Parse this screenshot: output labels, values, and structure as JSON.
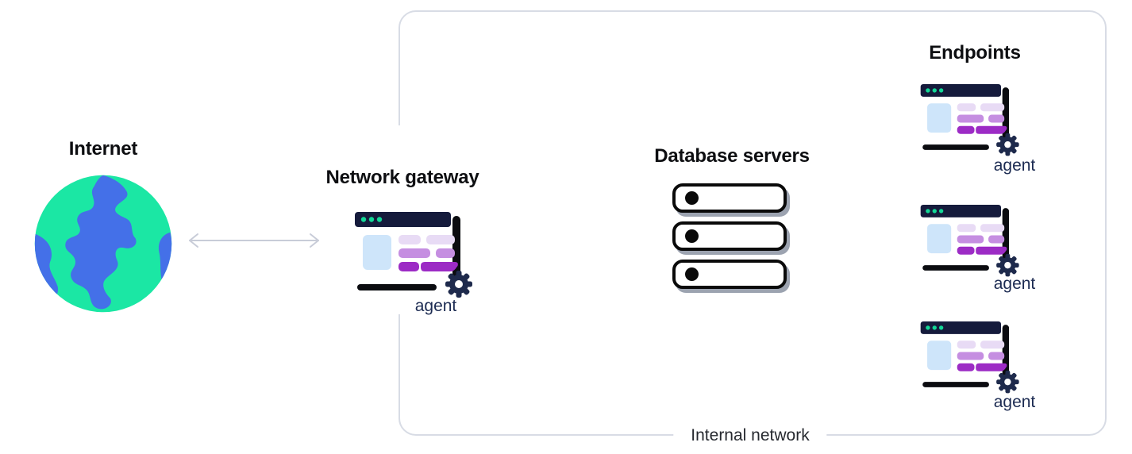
{
  "nodes": {
    "internet": {
      "title": "Internet",
      "icon": "globe-icon"
    },
    "gateway": {
      "title": "Network gateway",
      "agent_label": "agent",
      "icon": "browser-agent-icon"
    },
    "database": {
      "title": "Database servers",
      "server_count": 3,
      "icon": "server-stack-icon"
    },
    "endpoints": {
      "title": "Endpoints",
      "items": [
        {
          "agent_label": "agent",
          "icon": "browser-agent-icon"
        },
        {
          "agent_label": "agent",
          "icon": "browser-agent-icon"
        },
        {
          "agent_label": "agent",
          "icon": "browser-agent-icon"
        }
      ]
    },
    "internal_network": {
      "label": "Internal network"
    }
  },
  "connections": [
    {
      "from": "internet",
      "to": "gateway",
      "type": "bidirectional-arrow"
    }
  ],
  "colors": {
    "navy_bar": "#151B3C",
    "gear_navy": "#1E2A4C",
    "agent_text": "#1C2B52",
    "dot_green": "#12D796",
    "globe_green": "#1BE7A4",
    "globe_blue": "#4470E8",
    "pane_blue": "#CEE5FA",
    "purple_light": "#E8DBF5",
    "purple_mid": "#C58EE1",
    "purple_dark": "#9C2BC5",
    "bar_black": "#0B0C10",
    "box_border": "#D8DCE5",
    "arrow_gray": "#C8CCD8",
    "server_shadow": "#9CA3B0",
    "heading_text": "#0D0E11",
    "label_text": "#26292F"
  }
}
